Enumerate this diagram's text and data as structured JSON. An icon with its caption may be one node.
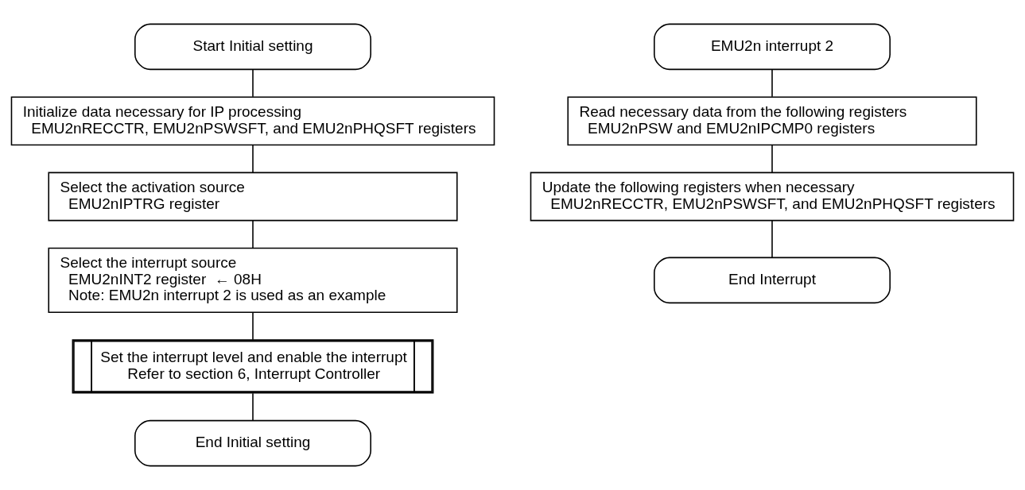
{
  "diagram": {
    "nodes": [
      {
        "text": [
          "Start Initial setting"
        ]
      },
      {
        "text": [
          "Initialize data necessary for IP processing",
          "EMU2nRECCTR, EMU2nPSWSFT, and EMU2nPHQSFT registers"
        ]
      },
      {
        "text": [
          "Select the activation source",
          "EMU2nIPTRG register"
        ]
      },
      {
        "text": [
          "Select the interrupt source",
          "EMU2nINT2 register  ← 08H",
          "Note: EMU2n interrupt 2 is used as an example"
        ]
      },
      {
        "text": [
          "Set the interrupt level and enable the interrupt",
          "Refer to section 6, Interrupt Controller"
        ]
      },
      {
        "text": [
          "End Initial setting"
        ]
      },
      {
        "text": [
          "EMU2n interrupt 2"
        ]
      },
      {
        "text": [
          "Read necessary data from the following registers",
          "EMU2nPSW and EMU2nIPCMP0 registers"
        ]
      },
      {
        "text": [
          "Update the following registers when necessary",
          "EMU2nRECCTR, EMU2nPSWSFT, and EMU2nPHQSFT registers"
        ]
      },
      {
        "text": [
          "End Interrupt"
        ]
      }
    ],
    "edges": [
      {
        "from": 0,
        "to": 1,
        "arrow": "none"
      },
      {
        "from": 1,
        "to": 2,
        "arrow": "none"
      },
      {
        "from": 2,
        "to": 3,
        "arrow": "none"
      },
      {
        "from": 3,
        "to": 4,
        "arrow": "none"
      },
      {
        "from": 4,
        "to": 5,
        "arrow": "none"
      },
      {
        "from": 6,
        "to": 7,
        "arrow": "none"
      },
      {
        "from": 7,
        "to": 8,
        "arrow": "none"
      },
      {
        "from": 8,
        "to": 9,
        "arrow": "none"
      }
    ]
  }
}
